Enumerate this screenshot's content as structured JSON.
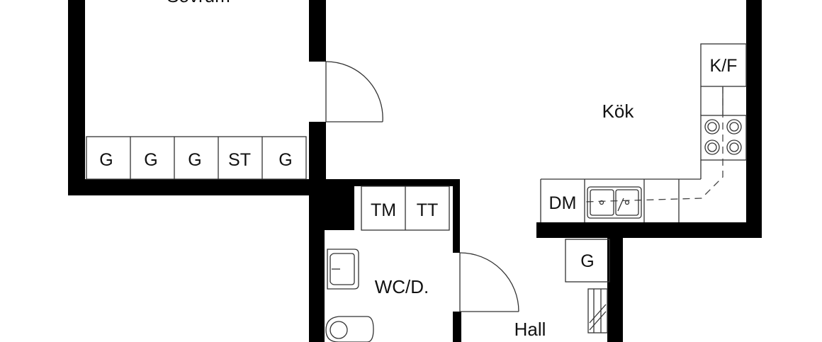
{
  "rooms": {
    "sovrum": "Sovrum",
    "kok": "Kök",
    "wc": "WC/D.",
    "hall": "Hall"
  },
  "fixtures": {
    "closets_bedroom": [
      "G",
      "G",
      "G",
      "ST",
      "G"
    ],
    "bath_appliances": [
      "TM",
      "TT"
    ],
    "fridge_freezer": "K/F",
    "dishwasher": "DM",
    "hall_closet": "G"
  },
  "colors": {
    "wall": "#000000",
    "background": "#ffffff",
    "line": "#333333"
  }
}
